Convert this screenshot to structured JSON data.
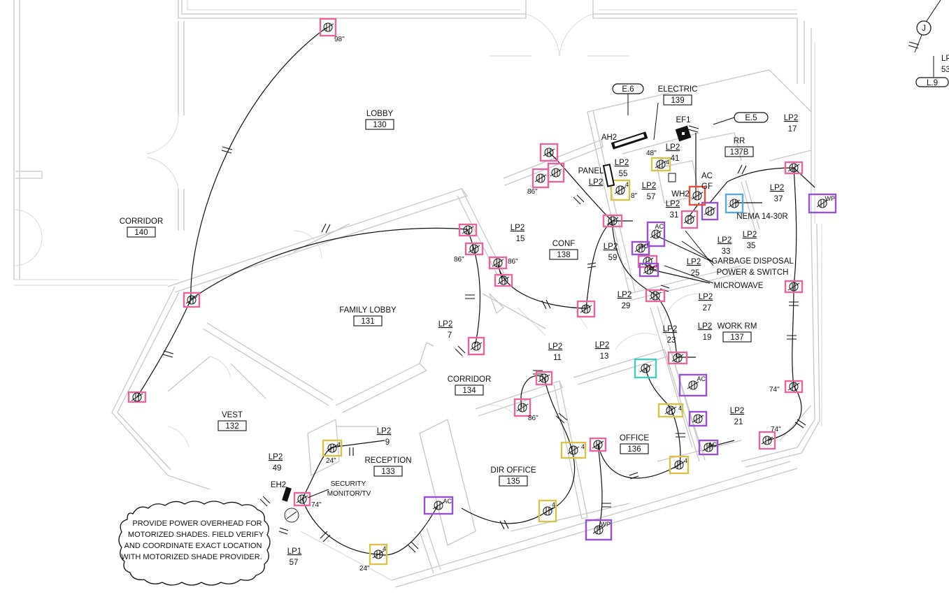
{
  "colors": {
    "pink": "#e8659f",
    "yellow": "#d9c24b",
    "purple": "#9a4fd8",
    "red": "#e2503c",
    "blue": "#55a8e6",
    "teal": "#3fcfbf",
    "wall": "#c7c7c7",
    "ink": "#111111"
  },
  "rooms": [
    {
      "name": "LOBBY",
      "number": "130"
    },
    {
      "name": "CORRIDOR",
      "number": "140"
    },
    {
      "name": "FAMILY LOBBY",
      "number": "131"
    },
    {
      "name": "VEST",
      "number": "132"
    },
    {
      "name": "RECEPTION",
      "number": "133"
    },
    {
      "name": "CORRIDOR",
      "number": "134"
    },
    {
      "name": "DIR OFFICE",
      "number": "135"
    },
    {
      "name": "OFFICE",
      "number": "136"
    },
    {
      "name": "WORK RM",
      "number": "137"
    },
    {
      "name": "CONF",
      "number": "138"
    },
    {
      "name": "ELECTRIC",
      "number": "139"
    },
    {
      "name": "RR",
      "number": "137B"
    }
  ],
  "circuits": [
    {
      "panel": "LP2",
      "num": "15"
    },
    {
      "panel": "LP2",
      "num": "7"
    },
    {
      "panel": "LP2",
      "num": "11"
    },
    {
      "panel": "LP2",
      "num": "13"
    },
    {
      "panel": "LP2",
      "num": "9"
    },
    {
      "panel": "LP2",
      "num": "49"
    },
    {
      "panel": "LP1",
      "num": "57"
    },
    {
      "panel": "LP2",
      "num": "59"
    },
    {
      "panel": "LP2",
      "num": "29"
    },
    {
      "panel": "LP2",
      "num": "25"
    },
    {
      "panel": "LP2",
      "num": "27"
    },
    {
      "panel": "LP2",
      "num": "23"
    },
    {
      "panel": "LP2",
      "num": "19"
    },
    {
      "panel": "LP2",
      "num": "21"
    },
    {
      "panel": "LP2",
      "num": "33"
    },
    {
      "panel": "LP2",
      "num": "35"
    },
    {
      "panel": "LP2",
      "num": "31"
    },
    {
      "panel": "LP2",
      "num": "37"
    },
    {
      "panel": "LP2",
      "num": "17"
    },
    {
      "panel": "LP2",
      "num": "41"
    },
    {
      "panel": "LP2",
      "num": "55"
    },
    {
      "panel": "LP2",
      "num": "57"
    }
  ],
  "heights": [
    "98\"",
    "86\"",
    "86\"",
    "86\"",
    "86\"",
    "48\"",
    "24\"",
    "24\"",
    "74\"",
    "74\"",
    "74\"",
    "8\""
  ],
  "tags": {
    "ac": "AC",
    "wp": "WP",
    "gf": "GF",
    "four": "4",
    "panel": "PANEL",
    "panel_id": "LP2",
    "ah2": "AH2",
    "ef1": "EF1",
    "wh2": "WH2",
    "eh2": "EH2",
    "nema": "NEMA 14-30R"
  },
  "callouts": {
    "garbage": "GARBAGE DISPOSAL",
    "garbage2": "POWER & SWITCH",
    "microwave": "MICROWAVE",
    "security": "SECURITY",
    "security2": "MONITOR/TV"
  },
  "refs": {
    "e6": "E.6",
    "e5": "E.5",
    "j": "J",
    "l9": "L.9",
    "lp_edge": "LP",
    "lp_edge_num": "53"
  },
  "cloud_note": [
    "PROVIDE POWER OVERHEAD FOR",
    "MOTORIZED SHADES. FIELD VERIFY",
    "AND COORDINATE EXACT LOCATION",
    "WITH MOTORIZED SHADE PROVIDER."
  ]
}
